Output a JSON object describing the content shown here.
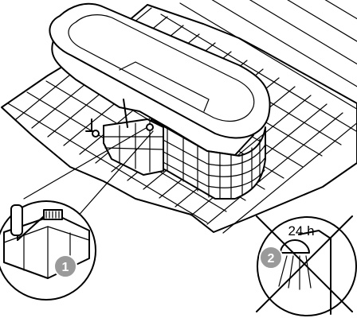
{
  "steps": [
    {
      "number": "1"
    },
    {
      "number": "2"
    }
  ],
  "cure_time_label": "24 h",
  "colors": {
    "line": "#000000",
    "badge": "#9a9a9a",
    "background": "#ffffff",
    "tile_fill": "#ffffff"
  },
  "icons": {
    "bathtub": "freestanding-bathtub-illustration",
    "grout_tool": "grout-tool-icon",
    "shower": "shower-icon",
    "prohibited": "cross-prohibition-icon"
  }
}
